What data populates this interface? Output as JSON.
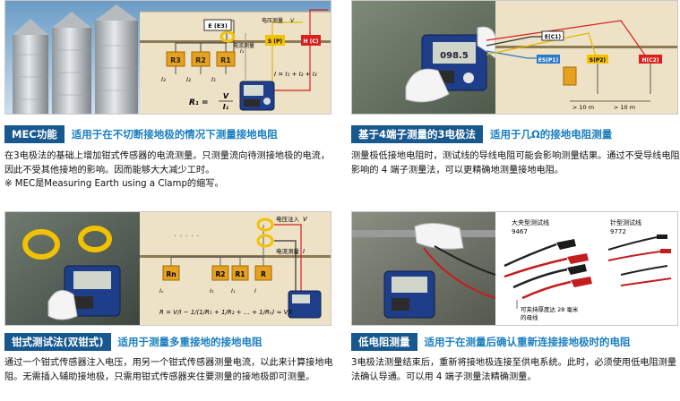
{
  "panels": [
    {
      "tag": "MEC功能",
      "caption": "适用于在不切断接地极的情况下测量接地电阻",
      "desc": [
        "在3电极法的基础上增加钳式传感器的电流测量。只测量流向待测接地极的电流，因此不受其他接地的影响。因而能够大大减少工时。",
        "※ MEC是Measuring Earth using a Clamp的缩写。"
      ],
      "diagram": {
        "electrodes": [
          "R3",
          "R2",
          "R1"
        ],
        "e_terminal": "E (E3)",
        "s_terminal": "S (P)",
        "h_terminal": "H (C)",
        "voltage_label": "电压测量",
        "voltage_symbol": "V",
        "clamp_label": "电流测量",
        "clamp_symbol": "I₁",
        "current_labels": [
          "I₃",
          "I₂",
          "I₁"
        ],
        "sum_formula": "I = I₁ + I₂ + I₃",
        "formula_lhs": "R₁ =",
        "formula_num": "V",
        "formula_den": "I₁"
      }
    },
    {
      "tag": "基于4端子测量的3电极法",
      "caption": "适用于几Ω的接地电阻测量",
      "desc": [
        "测量极低接地电阻时，测试线的导线电阻可能会影响测量结果。通过不受导线电阻影响的 4 端子测量法，可以更精确地测量接地电阻。"
      ],
      "diagram": {
        "terminals": [
          "E(C1)",
          "ES(P1)",
          "S(P2)",
          "H(C2)"
        ],
        "distances": [
          "> 10 m",
          "> 10 m"
        ],
        "meter_reading": "098.5"
      }
    },
    {
      "tag": "钳式测试法(双钳式)",
      "caption": "适用于测量多重接地的接地电阻",
      "desc": [
        "通过一个钳式传感器注入电压，用另一个钳式传感器测量电流，以此来计算接地电阻。无需插入辅助接地极，只需用钳式传感器夹住要测量的接地极即可测量。"
      ],
      "diagram": {
        "electrodes": [
          "Rn",
          "R2",
          "R1",
          "R"
        ],
        "dots": "· · · · ·",
        "inject_label": "电压注入",
        "inject_symbol": "V",
        "measure_label": "电流测量",
        "measure_symbol": "I",
        "current_labels": [
          "Iₙ",
          "I₂",
          "I₁",
          "I"
        ],
        "formula": "R = V/I − 1/(1/R₁ + 1/R₂ + … + 1/Rₙ) ≈ V/I"
      }
    },
    {
      "tag": "低电阻测量",
      "caption": "适用于在测量后确认重新连接接地极时的电阻",
      "desc": [
        "3电极法测量结束后，重新将接地极连接至供电系统。此时，必须使用低电阻测量法确认导通。可以用 4 端子测量法精确测量。"
      ],
      "diagram": {
        "lead_a_name": "大夹型测试线",
        "lead_a_model": "9467",
        "lead_b_name": "针型测试线",
        "lead_b_model": "9772",
        "note_line1": "可夹持厚度达 28 毫米",
        "note_line2": "的母线"
      }
    }
  ],
  "colors": {
    "tag_bg": "#17598f",
    "caption": "#1a7fc0",
    "ground": "#eee2c6",
    "terminal_yellow": "#f2c200",
    "terminal_red": "#d7201f",
    "electrode_orange": "#e6a21f"
  }
}
